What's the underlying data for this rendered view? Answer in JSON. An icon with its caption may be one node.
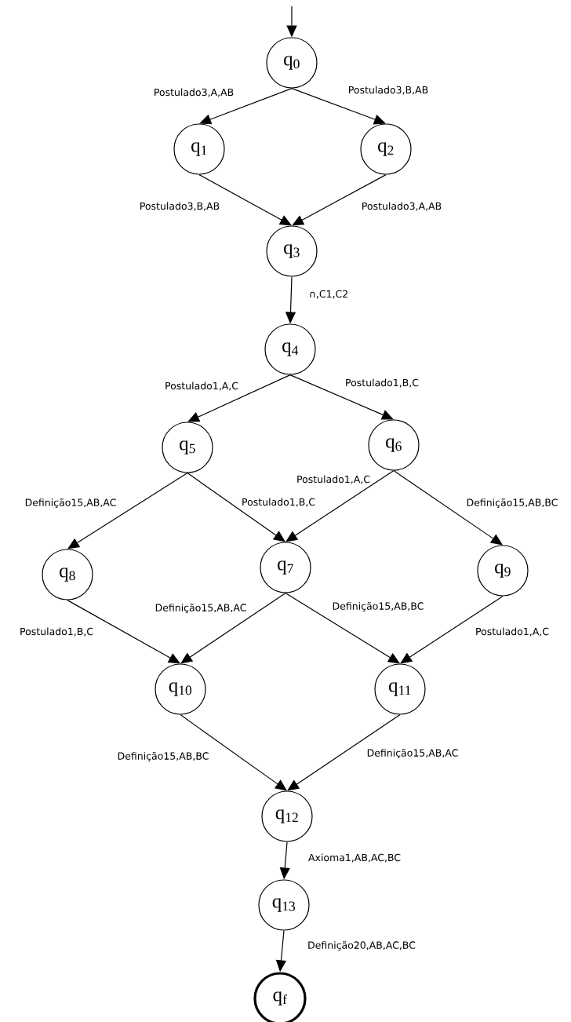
{
  "diagram": {
    "nodes": [
      {
        "text": [
          "q$_{0}$"
        ]
      },
      {
        "text": [
          "q$_{1}$"
        ]
      },
      {
        "text": [
          "q$_{2}$"
        ]
      },
      {
        "text": [
          "q$_{3}$"
        ]
      },
      {
        "text": [
          "q$_{4}$"
        ]
      },
      {
        "text": [
          "q$_{5}$"
        ]
      },
      {
        "text": [
          "q$_{6}$"
        ]
      },
      {
        "text": [
          "q$_{7}$"
        ]
      },
      {
        "text": [
          "q$_{8}$"
        ]
      },
      {
        "text": [
          "q$_{9}$"
        ]
      },
      {
        "text": [
          "q$_{10}$"
        ]
      },
      {
        "text": [
          "q$_{11}$"
        ]
      },
      {
        "text": [
          "q$_{12}$"
        ]
      },
      {
        "text": [
          "q$_{13}$"
        ]
      },
      {
        "text": [
          "q$_{f}$"
        ]
      }
    ],
    "edges": [
      {
        "from": null,
        "to": 0,
        "arrow": "to"
      },
      {
        "from": 0,
        "to": 1,
        "arrow": "to",
        "label": "Postulado3,A,AB"
      },
      {
        "from": 0,
        "to": 2,
        "arrow": "to",
        "label": "Postulado3,B,AB"
      },
      {
        "from": 1,
        "to": 3,
        "arrow": "to",
        "label": "Postulado3,B,AB"
      },
      {
        "from": 2,
        "to": 3,
        "arrow": "to",
        "label": "Postulado3,A,AB"
      },
      {
        "from": 3,
        "to": 4,
        "arrow": "to",
        "label": "∩,C1,C2"
      },
      {
        "from": 4,
        "to": 5,
        "arrow": "to",
        "label": "Postulado1,A,C"
      },
      {
        "from": 4,
        "to": 6,
        "arrow": "to",
        "label": "Postulado1,B,C"
      },
      {
        "from": 5,
        "to": 8,
        "arrow": "to",
        "label": "Definição15,AB,AC"
      },
      {
        "from": 5,
        "to": 7,
        "arrow": "to",
        "label": "Postulado1,B,C"
      },
      {
        "from": 6,
        "to": 7,
        "arrow": "to",
        "label": "Postulado1,A,C"
      },
      {
        "from": 6,
        "to": 9,
        "arrow": "to",
        "label": "Definição15,AB,BC"
      },
      {
        "from": 8,
        "to": 10,
        "arrow": "to",
        "label": "Postulado1,B,C"
      },
      {
        "from": 7,
        "to": 10,
        "arrow": "to",
        "label": "Definição15,AB,AC"
      },
      {
        "from": 7,
        "to": 11,
        "arrow": "to",
        "label": "Definição15,AB,BC"
      },
      {
        "from": 9,
        "to": 11,
        "arrow": "to",
        "label": "Postulado1,A,C"
      },
      {
        "from": 10,
        "to": 12,
        "arrow": "to",
        "label": "Definição15,AB,BC"
      },
      {
        "from": 11,
        "to": 12,
        "arrow": "to",
        "label": "Definição15,AB,AC"
      },
      {
        "from": 12,
        "to": 13,
        "arrow": "to",
        "label": "Axioma1,AB,AC,BC"
      },
      {
        "from": 13,
        "to": 14,
        "arrow": "to",
        "label": "Definição20,AB,AC,BC"
      }
    ]
  }
}
